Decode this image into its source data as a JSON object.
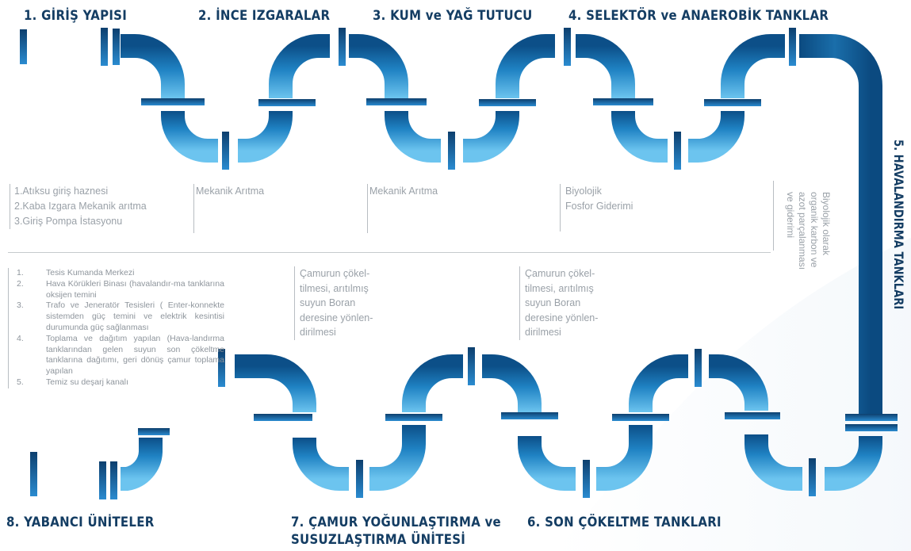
{
  "stages": {
    "s1": "1. GİRİŞ YAPISI",
    "s2": "2. İNCE IZGARALAR",
    "s3": "3. KUM ve YAĞ TUTUCU",
    "s4": "4. SELEKTÖR ve ANAEROBİK TANKLAR",
    "s5": "5. HAVALANDIRMA TANKLARI",
    "s6": "6. SON ÇÖKELTME TANKLARI",
    "s7_line1": "7. ÇAMUR YOĞUNLAŞTIRMA ve",
    "s7_line2": "SUSUZLAŞTIRMA ÜNİTESİ",
    "s8": "8. YABANCI ÜNİTELER"
  },
  "notes": {
    "giris": [
      "1.Atıksu giriş haznesi",
      "2.Kaba Izgara Mekanik arıtma",
      "3.Giriş Pompa İstasyonu"
    ],
    "izgara": "Mekanik Arıtma",
    "kum": "Mekanik Arıtma",
    "selektor": [
      "Biyolojik",
      "Fosfor Giderimi"
    ],
    "havalandirma": [
      "Biyolojik olarak",
      "organik karbon ve",
      "azot parçalanması",
      "ve giderimi"
    ],
    "camur_a": [
      "Çamurun çökel-",
      "tilmesi, arıtılmış",
      "suyun Boran",
      "deresine yönlen-",
      "dirilmesi"
    ],
    "camur_b": [
      "Çamurun çökel-",
      "tilmesi, arıtılmış",
      "suyun Boran",
      "deresine yönlen-",
      "dirilmesi"
    ]
  },
  "foreign_units": [
    {
      "num": "1.",
      "text": "Tesis Kumanda Merkezi"
    },
    {
      "num": "2.",
      "text": "Hava Körükleri Binası (havalandır-ma tanklarına oksijen temini"
    },
    {
      "num": "3.",
      "text": "Trafo ve Jeneratör Tesisleri ( Enter-konnekte sistemden güç temini ve elektrik kesintisi durumunda güç sağlanması"
    },
    {
      "num": "4.",
      "text": "Toplama ve dağıtım yapılan (Hava-landırma tanklarından gelen suyun son çökeltme tanklarına dağıtımı, geri dönüş çamur toplama yapılan"
    },
    {
      "num": "5.",
      "text": "Temiz su deşarj kanalı"
    }
  ],
  "colors": {
    "pipe_dark": "#0f4f86",
    "pipe_mid": "#1d7fc0",
    "pipe_light": "#5ab8ea",
    "title": "#143d63",
    "note_text": "#9aa1a8"
  }
}
